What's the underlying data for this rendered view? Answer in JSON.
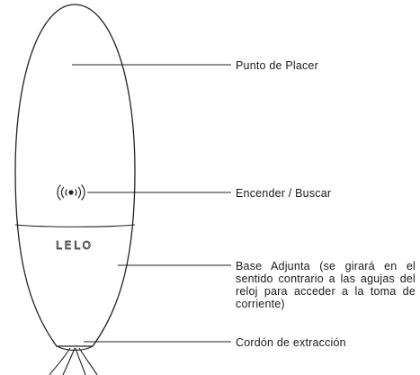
{
  "brand": {
    "logo_text": "LELO"
  },
  "callouts": {
    "pleasure_point": "Punto de Placer",
    "power_search": "Encender / Buscar",
    "base": "Base Adjunta (se girará en el sentido contrario a las agujas del reloj para acceder a la toma de corriente)",
    "cord": "Cordón de extracción"
  },
  "icons": {
    "power_button": "wireless-signal-icon"
  },
  "colors": {
    "line": "#222222",
    "text": "#1a1a1a",
    "background": "#ffffff"
  }
}
